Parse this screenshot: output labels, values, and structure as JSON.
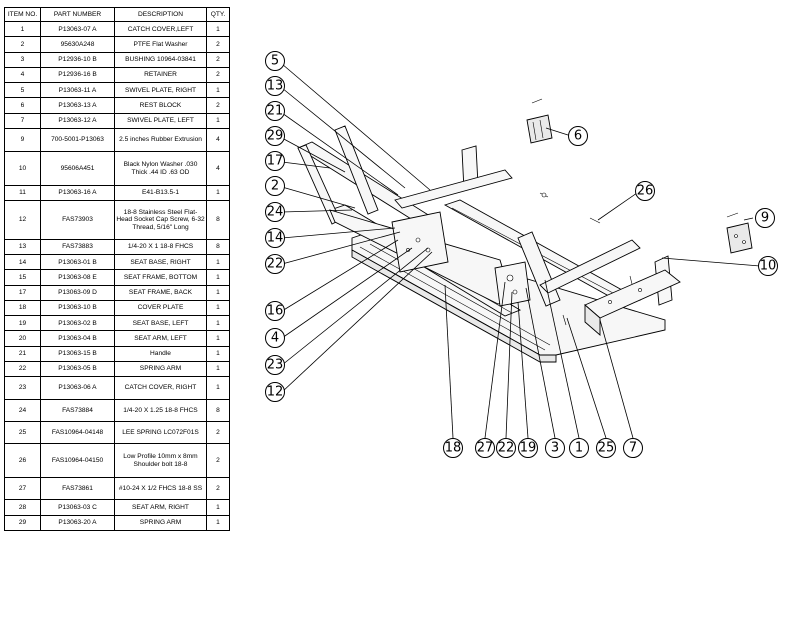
{
  "bom": {
    "headers": [
      "ITEM NO.",
      "PART NUMBER",
      "DESCRIPTION",
      "QTY."
    ],
    "rows": [
      {
        "item": "1",
        "part": "P13063-07 A",
        "desc": "CATCH COVER,LEFT",
        "qty": "1"
      },
      {
        "item": "2",
        "part": "95630A248",
        "desc": "PTFE Flat Washer",
        "qty": "2"
      },
      {
        "item": "3",
        "part": "P12936-10 B",
        "desc": "BUSHING 10964-03841",
        "qty": "2"
      },
      {
        "item": "4",
        "part": "P12936-16 B",
        "desc": "RETAINER",
        "qty": "2"
      },
      {
        "item": "5",
        "part": "P13063-11 A",
        "desc": "SWIVEL PLATE, RIGHT",
        "qty": "1"
      },
      {
        "item": "6",
        "part": "P13063-13 A",
        "desc": "REST BLOCK",
        "qty": "2"
      },
      {
        "item": "7",
        "part": "P13063-12 A",
        "desc": "SWIVEL PLATE, LEFT",
        "qty": "1"
      },
      {
        "item": "9",
        "part": "700-5001-P13063",
        "desc": "2.5 inches Rubber Extrusion",
        "qty": "4"
      },
      {
        "item": "10",
        "part": "95606A451",
        "desc": "Black Nylon Washer .030 Thick .44 ID .63 OD",
        "qty": "4"
      },
      {
        "item": "11",
        "part": "P13063-16 A",
        "desc": "E41-B13.5-1",
        "qty": "1"
      },
      {
        "item": "12",
        "part": "FAS73903",
        "desc": "18-8 Stainless Steel Flat-Head Socket Cap Screw, 6-32 Thread, 5/16\" Long",
        "qty": "8"
      },
      {
        "item": "13",
        "part": "FAS73883",
        "desc": "1/4-20 X 1 18-8 FHCS",
        "qty": "8"
      },
      {
        "item": "14",
        "part": "P13063-01 B",
        "desc": "SEAT BASE, RIGHT",
        "qty": "1"
      },
      {
        "item": "15",
        "part": "P13063-08 E",
        "desc": "SEAT FRAME, BOTTOM",
        "qty": "1"
      },
      {
        "item": "17",
        "part": "P13063-09 D",
        "desc": "SEAT FRAME, BACK",
        "qty": "1"
      },
      {
        "item": "18",
        "part": "P13063-10 B",
        "desc": "COVER PLATE",
        "qty": "1"
      },
      {
        "item": "19",
        "part": "P13063-02 B",
        "desc": "SEAT BASE, LEFT",
        "qty": "1"
      },
      {
        "item": "20",
        "part": "P13063-04 B",
        "desc": "SEAT ARM, LEFT",
        "qty": "1"
      },
      {
        "item": "21",
        "part": "P13063-15 B",
        "desc": "Handle",
        "qty": "1"
      },
      {
        "item": "22",
        "part": "P13063-05 B",
        "desc": "SPRING ARM",
        "qty": "1"
      },
      {
        "item": "23",
        "part": "P13063-06 A",
        "desc": "CATCH COVER, RIGHT",
        "qty": "1"
      },
      {
        "item": "24",
        "part": "FAS73884",
        "desc": "1/4-20 X 1.25 18-8 FHCS",
        "qty": "8"
      },
      {
        "item": "25",
        "part": "FAS10964-04148",
        "desc": "LEE SPRING LC072F01S",
        "qty": "2"
      },
      {
        "item": "26",
        "part": "FAS10964-04150",
        "desc": "Low Profile 10mm x 8mm Shoulder bolt 18-8",
        "qty": "2"
      },
      {
        "item": "27",
        "part": "FAS73861",
        "desc": "#10-24 X 1/2 FHCS 18-8 SS",
        "qty": "2"
      },
      {
        "item": "28",
        "part": "P13063-03 C",
        "desc": "SEAT ARM, RIGHT",
        "qty": "1"
      },
      {
        "item": "29",
        "part": "P13063-20 A",
        "desc": "SPRING ARM",
        "qty": "1"
      }
    ]
  },
  "balloons": [
    "5",
    "13",
    "21",
    "29",
    "17",
    "2",
    "24",
    "14",
    "22",
    "16",
    "4",
    "23",
    "12",
    "18",
    "27",
    "22",
    "19",
    "3",
    "1",
    "25",
    "7",
    "6",
    "26",
    "9",
    "10"
  ]
}
